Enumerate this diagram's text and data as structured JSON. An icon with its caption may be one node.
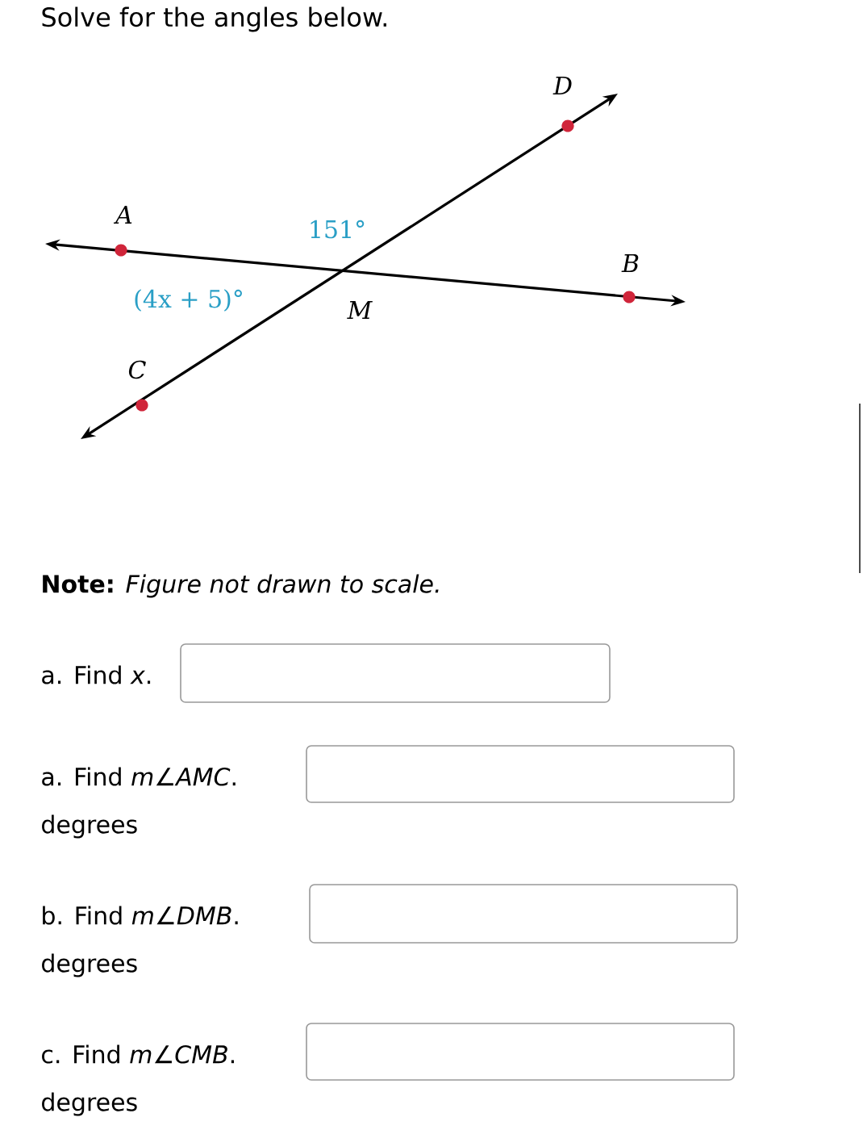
{
  "diagram": {
    "title": "Solve for the angles below.",
    "labels": [
      "A",
      "151°",
      "D",
      "B",
      "(4x + 5)°",
      "M",
      "C",
      "**Note:** *Figure not drawn to scale.*",
      "a. Find *x*.",
      "a. Find *m*∠*AMC*.",
      "degrees",
      "b. Find *m*∠*DMB*.",
      "degrees",
      "c. Find *m*∠*CMB*.",
      "degrees"
    ]
  }
}
